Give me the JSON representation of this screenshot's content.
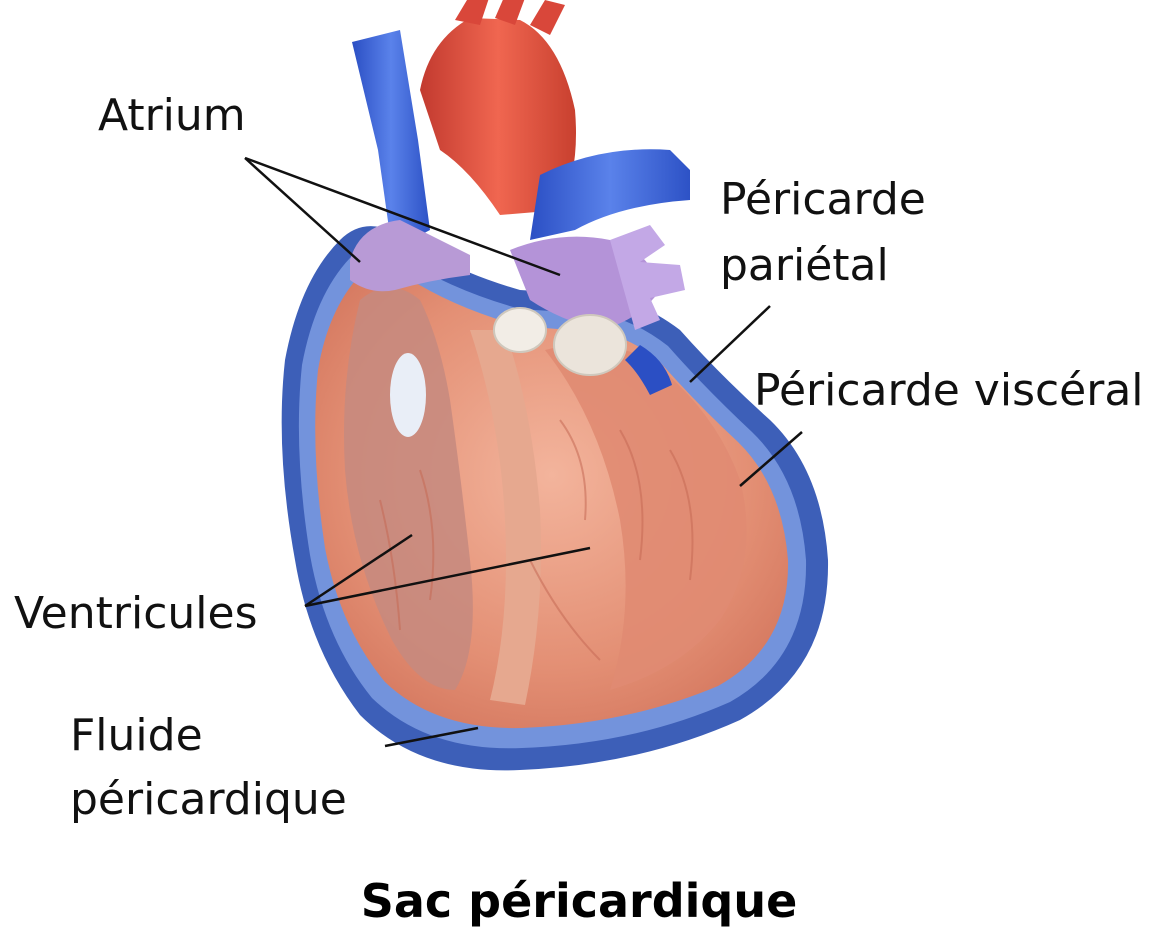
{
  "diagram": {
    "labels": {
      "atrium": "Atrium",
      "pericarde_parietal_1": "Péricarde",
      "pericarde_parietal_2": "pariétal",
      "pericarde_visceral": "Péricarde viscéral",
      "ventricules": "Ventricules",
      "fluide_1": "Fluide",
      "fluide_2": "péricardique"
    },
    "caption": "Sac péricardique",
    "colors": {
      "sac_outer": "#3d5fb8",
      "sac_inner": "#6f8fd8",
      "muscle": "#e79479",
      "muscle_light": "#f1b59b",
      "vein_blue": "#3b63d6",
      "artery_red": "#e0503e",
      "atrium_purple": "#b99ad8",
      "leader_line": "#111111"
    }
  }
}
